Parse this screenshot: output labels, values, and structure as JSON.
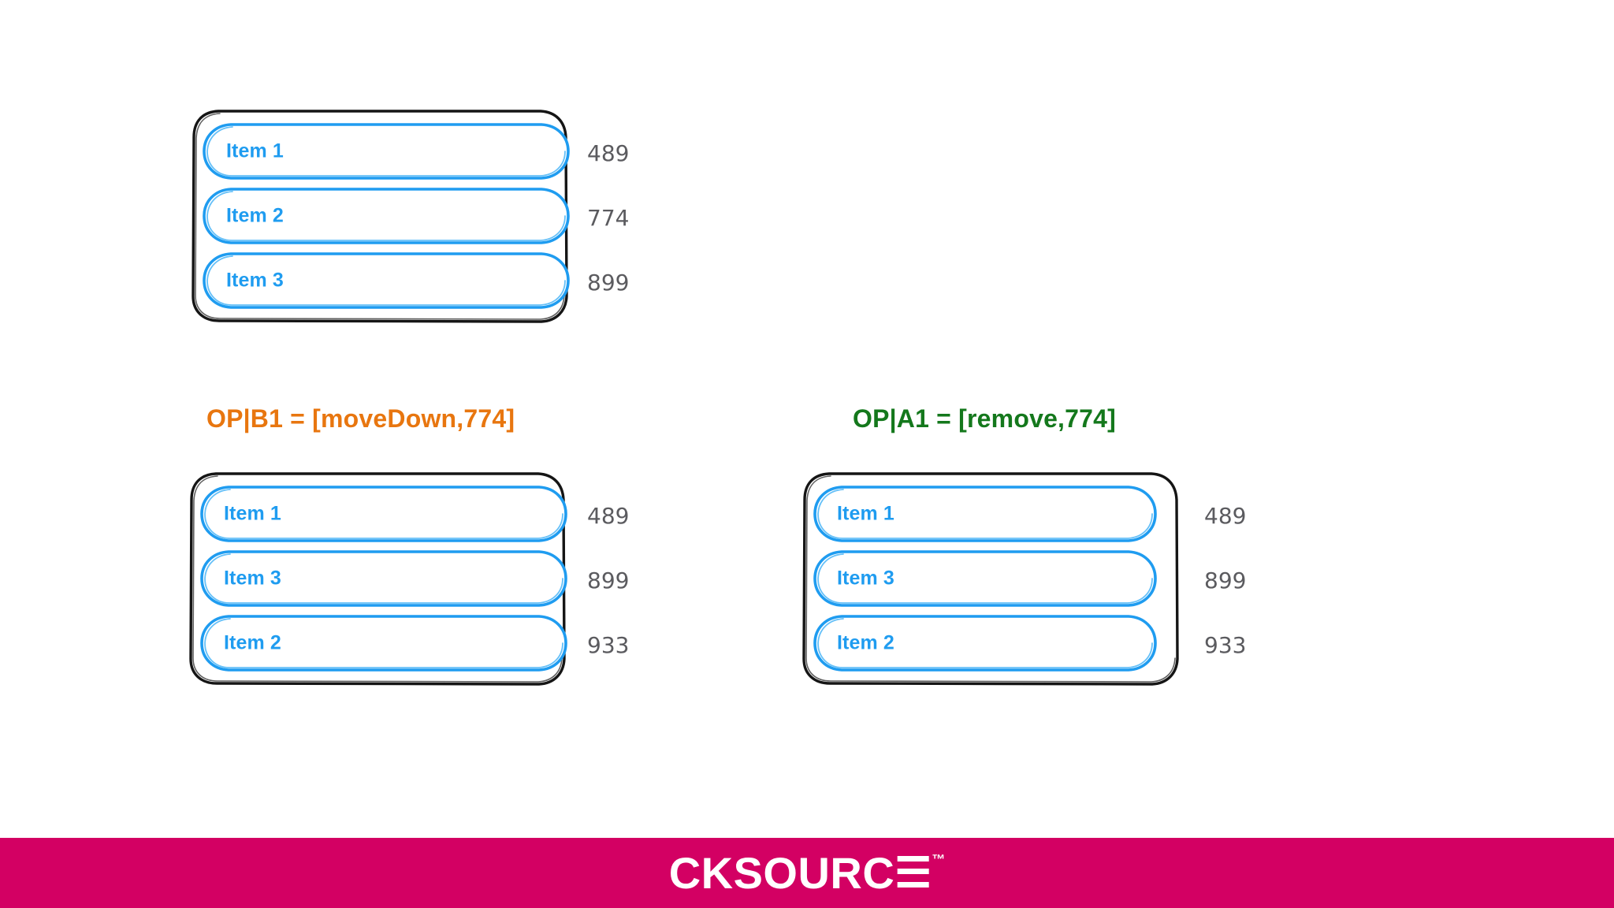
{
  "slide": {
    "background_color": "#ffffff",
    "accent_blue": "#1f9cf0",
    "sketch_black": "#1a1a1a",
    "value_gray": "#5b5b5f",
    "orange": "#e8760f",
    "green": "#14781c",
    "footer_pink": "#d30063"
  },
  "boxes": {
    "initial": {
      "name": "initial-list",
      "items": [
        {
          "label": "Item 1",
          "value": "489"
        },
        {
          "label": "Item 2",
          "value": "774"
        },
        {
          "label": "Item 3",
          "value": "899"
        }
      ]
    },
    "left_result": {
      "name": "result-list-b1",
      "items": [
        {
          "label": "Item 1",
          "value": "489"
        },
        {
          "label": "Item 3",
          "value": "899"
        },
        {
          "label": "Item 2",
          "value": "933"
        }
      ]
    },
    "right_result": {
      "name": "result-list-a1",
      "items": [
        {
          "label": "Item 1",
          "value": "489"
        },
        {
          "label": "Item 3",
          "value": "899"
        },
        {
          "label": "Item 2",
          "value": "933"
        }
      ]
    }
  },
  "operations": {
    "left": {
      "text": "OP|B1 = [moveDown,774]",
      "color": "#e8760f"
    },
    "right": {
      "text": "OP|A1 = [remove,774]",
      "color": "#14781c"
    }
  },
  "footer": {
    "brand_word": "CKSOURC",
    "trademark": "™"
  }
}
